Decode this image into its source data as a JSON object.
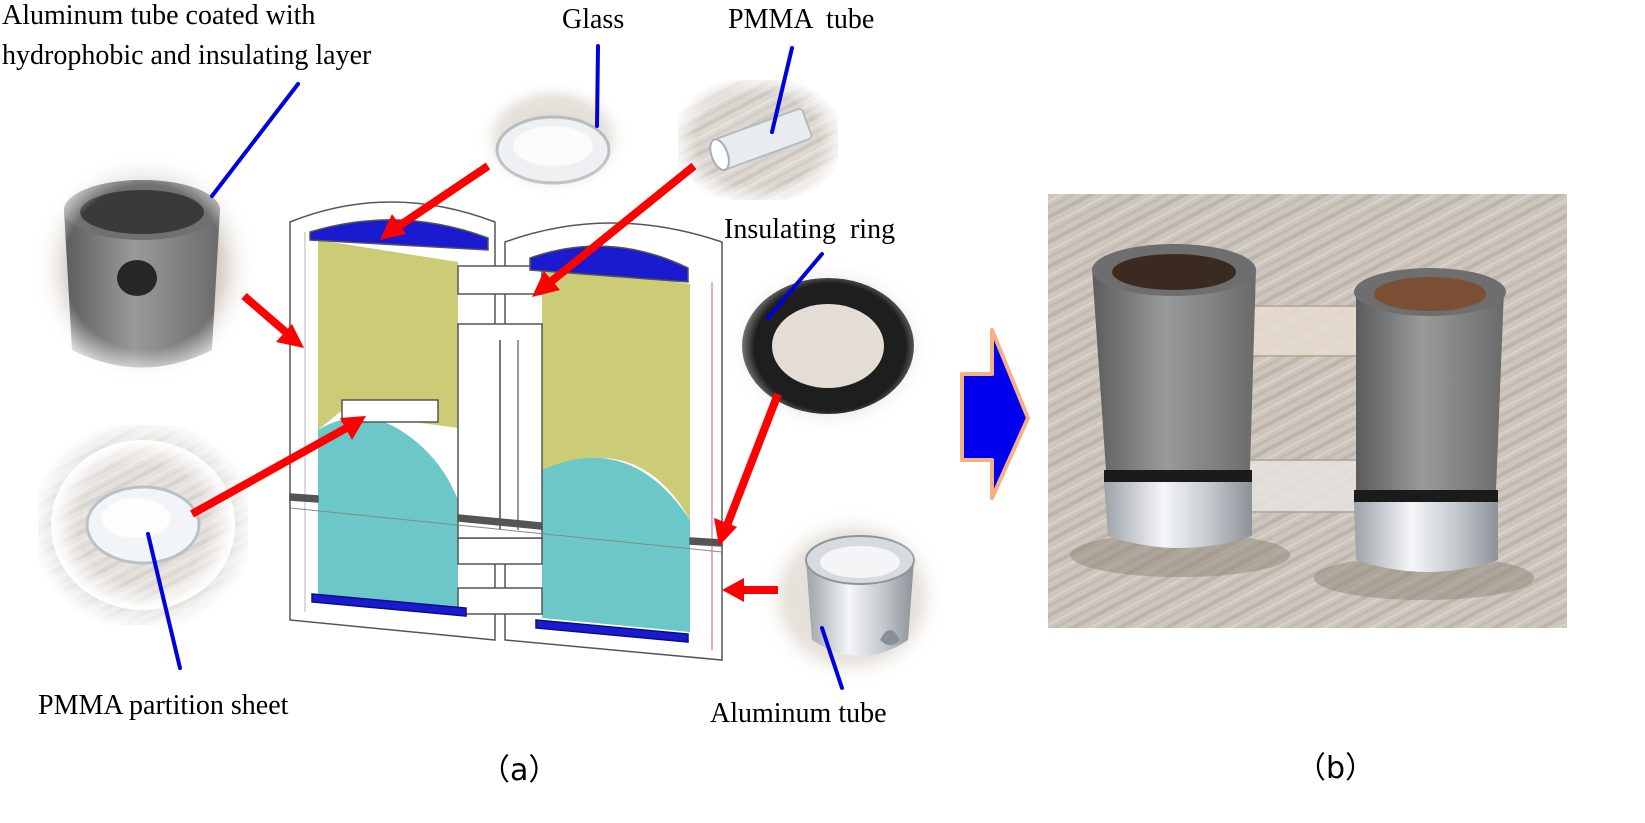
{
  "labels": {
    "aluminum_coated_line1": "Aluminum tube coated with",
    "aluminum_coated_line2": "hydrophobic and insulating layer",
    "glass": "Glass",
    "pmma_tube": "PMMA  tube",
    "insulating_ring": "Insulating  ring",
    "pmma_partition_sheet": "PMMA partition sheet",
    "aluminum_tube": "Aluminum tube"
  },
  "captions": {
    "a": "（a）",
    "b": "（b）"
  },
  "colors": {
    "leader_line": "#0000dd",
    "red_arrow": "#ff0000",
    "upper_liquid": "#cccc77",
    "lower_liquid": "#6cc8c8",
    "electrode_blue": "#1a1ad0",
    "tube_wall": "#ffffff",
    "big_arrow": "#0000ee",
    "big_arrow_outline": "#f4b183"
  }
}
